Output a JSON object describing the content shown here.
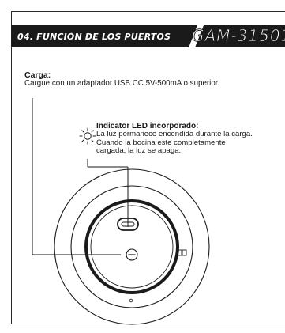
{
  "header": {
    "section_title": "04. FUNCIÓN DE LOS PUERTOS",
    "model_code": "GAM-31501"
  },
  "charging": {
    "title": "Carga:",
    "text": "Cargue con un adaptador USB CC 5V-500mA o superior."
  },
  "led": {
    "title": "Indicator LED incorporado:",
    "lines": [
      "La luz permanece encendida durante la carga.",
      "Cuando la bocina este completamente",
      "cargada, la luz se apaga."
    ]
  },
  "colors": {
    "header_band": "#1a1a1a",
    "text": "#1a1a1a",
    "border": "#2b2b2b"
  },
  "icons": {
    "led": "sun-icon",
    "usb_port": "usb-port-icon",
    "button": "power-button-icon"
  }
}
